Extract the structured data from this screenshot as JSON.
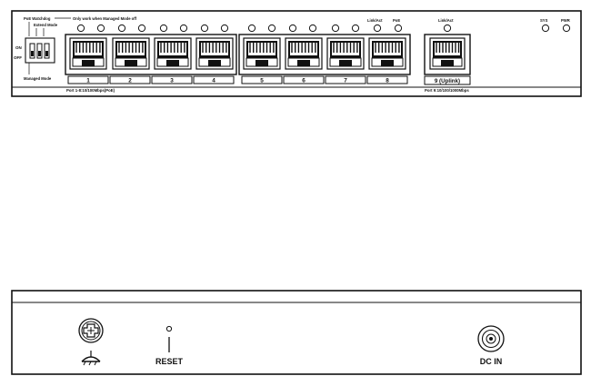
{
  "front_panel": {
    "dip_switch": {
      "poe_watchdog": "PoE Watchdog",
      "extend_mode": "Extend Mode",
      "managed_mode_note": "Only work when Managed Mode off",
      "on": "ON",
      "off": "OFF",
      "managed_mode": "Managed Mode"
    },
    "led_labels": {
      "link_act": "Link/Act",
      "poe": "PoE",
      "uplink_link_act": "Link/Act",
      "sys": "SYS",
      "pwr": "PWR"
    },
    "ports": [
      "1",
      "2",
      "3",
      "4",
      "5",
      "6",
      "7",
      "8"
    ],
    "poe_port_caption": "Port 1-8:10/100Mbps(PoE)",
    "uplink_port": "9 (Uplink)",
    "uplink_caption": "Port 9:10/100/1000Mbps"
  },
  "rear_panel": {
    "ground_icon": "ground-screw-icon",
    "reset_label": "RESET",
    "dc_label": "DC IN"
  },
  "colors": {
    "stroke": "#111111",
    "background": "#ffffff"
  }
}
